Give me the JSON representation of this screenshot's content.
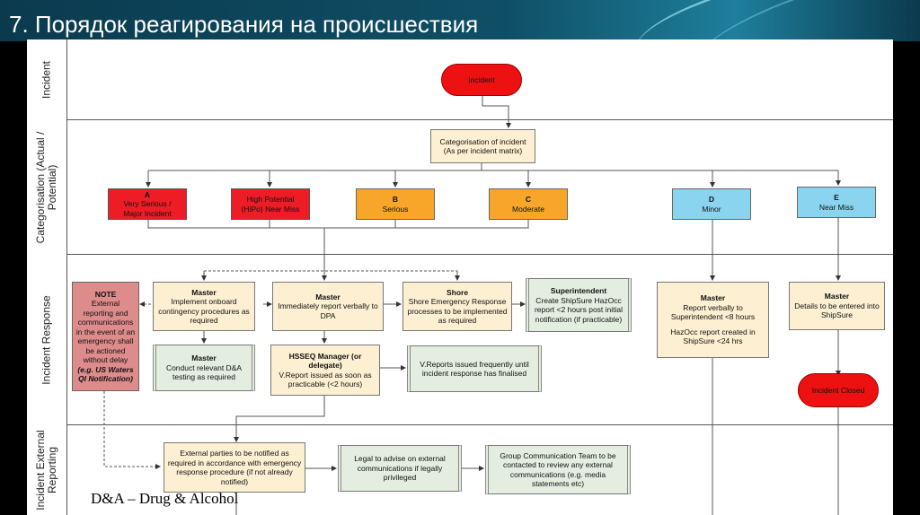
{
  "slide": {
    "title": "7. Порядок реагирования на происшествия",
    "footer": "D&A – Drug & Alcohol"
  },
  "lanes": [
    "Incident",
    "Categorisation (Actual / Potential)",
    "Incident Response",
    "Incident External Reporting"
  ],
  "incident": "Incident",
  "categorisation": {
    "line1": "Categorisation of incident",
    "line2": "(As per incident matrix)"
  },
  "categories": {
    "a": {
      "letter": "A",
      "line1": "Very Serious /",
      "line2": "Major Incident"
    },
    "hipo": {
      "line1": "High Potential",
      "line2": "(HiPo) Near Miss"
    },
    "b": {
      "letter": "B",
      "line1": "Serious"
    },
    "c": {
      "letter": "C",
      "line1": "Moderate"
    },
    "d": {
      "letter": "D",
      "line1": "Minor"
    },
    "e": {
      "letter": "E",
      "line1": "Near Miss"
    }
  },
  "response": {
    "note": {
      "title": "NOTE",
      "body": "External reporting and communications in the event of an emergency shall be actioned without delay",
      "example": "(e.g. US Waters QI Notification)"
    },
    "master_onboard": {
      "title": "Master",
      "body": "Implement onboard contingency procedures as required"
    },
    "master_report": {
      "title": "Master",
      "body": "Immediately report verbally to DPA"
    },
    "shore": {
      "title": "Shore",
      "body": "Shore Emergency Response processes to be implemented as required"
    },
    "superintendent": {
      "title": "Superintendent",
      "body": "Create ShipSure HazOcc report <2 hours post initial notification (if practicable)"
    },
    "master_da": {
      "title": "Master",
      "body": "Conduct relevant D&A testing as required"
    },
    "hsseq": {
      "title": "HSSEQ Manager (or delegate)",
      "body": "V.Report issued as soon as practicable (<2 hours)"
    },
    "vreports": {
      "body": "V.Reports issued frequently until incident response has finalised"
    },
    "master_minor": {
      "title": "Master",
      "body": "Report verbally to Superintendent <8 hours",
      "body2": "HazOcc report created in ShipSure <24 hrs"
    },
    "master_nearmiss": {
      "title": "Master",
      "body": "Details to be entered into ShipSure"
    },
    "incident_closed": "Incident Closed"
  },
  "external": {
    "parties": "External parties to be notified as required in accordance with emergency response procedure (if not already notified)",
    "legal": "Legal to advise on external communications if legally privileged",
    "group": "Group Communication Team to be contacted to review any external communications (e.g. media statements etc)"
  }
}
